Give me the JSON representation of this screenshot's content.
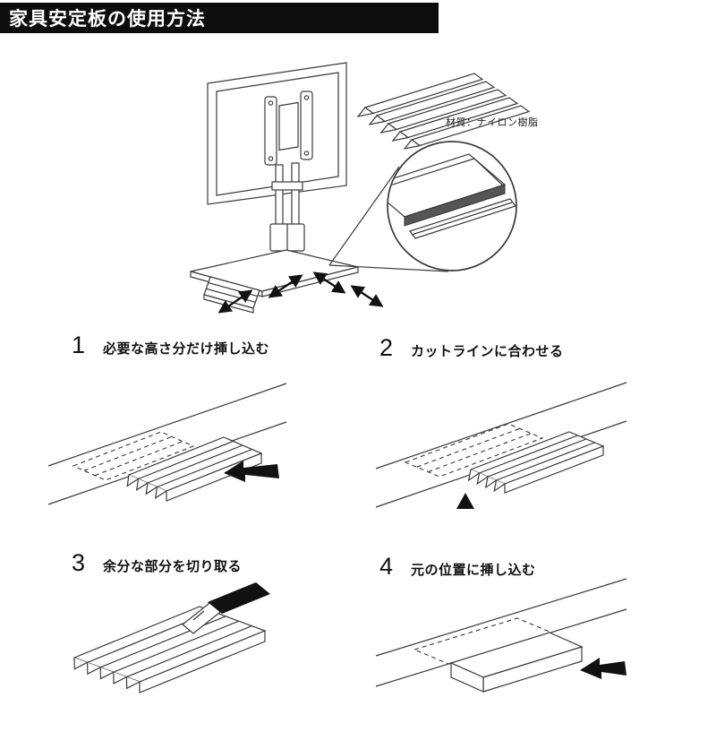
{
  "header": {
    "title": "家具安定板の使用方法"
  },
  "hero": {
    "material_label": "材質：ナイロン樹脂"
  },
  "steps": [
    {
      "num": "1",
      "caption": "必要な高さ分だけ挿し込む"
    },
    {
      "num": "2",
      "caption": "カットラインに合わせる"
    },
    {
      "num": "3",
      "caption": "余分な部分を切り取る"
    },
    {
      "num": "4",
      "caption": "元の位置に挿し込む"
    }
  ],
  "colors": {
    "header_bg": "#0d0d0d",
    "line": "#3a3a3a",
    "arrow": "#111111"
  }
}
